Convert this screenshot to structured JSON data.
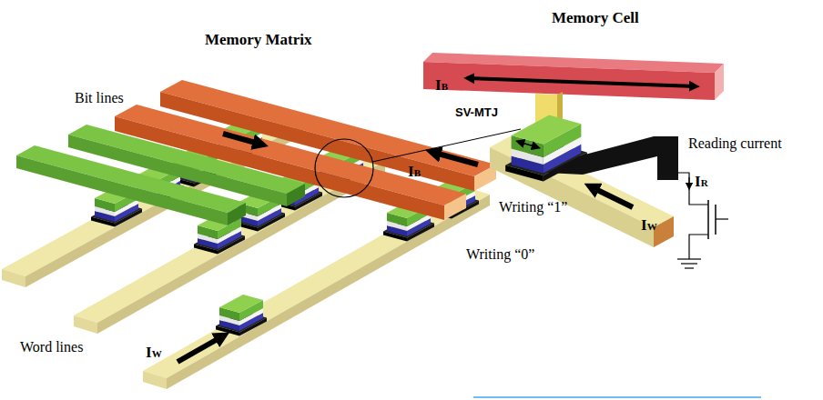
{
  "diagram": {
    "labels": [
      "Memory Matrix",
      "Memory Cell",
      "Bit lines",
      "IB",
      "Writing “1”",
      "Writing “0”",
      "Word lines",
      "IW",
      "IB",
      "SV-MTJ",
      "Reading current",
      "IR",
      "IW"
    ]
  }
}
